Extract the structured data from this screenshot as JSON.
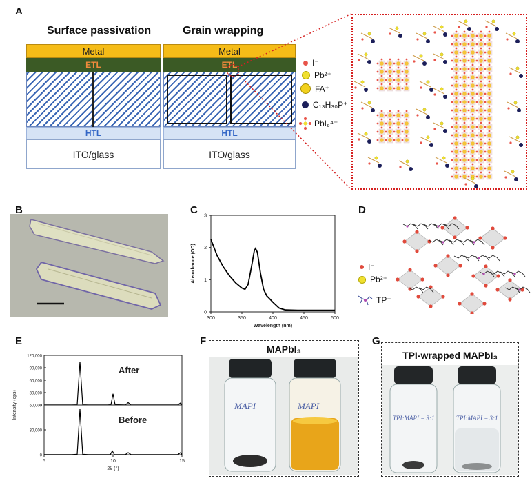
{
  "panelA": {
    "label": "A",
    "left_title": "Surface passivation",
    "right_title": "Grain wrapping",
    "metal": "Metal",
    "etl": "ETL",
    "htl": "HTL",
    "ito": "ITO/glass",
    "legend": {
      "iodide": "I⁻",
      "lead": "Pb²⁺",
      "fa": "FA⁺",
      "tp": "C₁₃H₃₀P⁺",
      "octahedron": "PbI₆⁴⁻"
    },
    "colors": {
      "iodide": "#e8544a",
      "lead": "#f0e030",
      "fa": "#f2d11d",
      "tp": "#1c1f5a",
      "callout": "#d62020"
    }
  },
  "panelB": {
    "label": "B"
  },
  "panelC": {
    "label": "C"
  },
  "panelD": {
    "label": "D",
    "legend": {
      "iodide": "I⁻",
      "lead": "Pb²⁺",
      "tp": "TP⁺"
    }
  },
  "panelE": {
    "label": "E",
    "after": "After",
    "before": "Before"
  },
  "panelF": {
    "label": "F",
    "title": "MAPbI₃",
    "vial_text_1": "MAPI",
    "vial_text_2": "MAPI"
  },
  "panelG": {
    "label": "G",
    "title": "TPI-wrapped MAPbI₃",
    "vial_text_1": "TPI:MAPI = 3:1",
    "vial_text_2": "TPI:MAPI = 3:1"
  },
  "chart_data": [
    {
      "type": "line",
      "panel": "C",
      "xlabel": "Wavelength (nm)",
      "ylabel": "Absorbance (OD)",
      "xlim": [
        300,
        500
      ],
      "ylim": [
        0,
        3
      ],
      "xticks": [
        "300",
        "350",
        "400",
        "450",
        "500"
      ],
      "yticks": [
        "0",
        "1",
        "2",
        "3"
      ],
      "x": [
        300,
        310,
        320,
        330,
        340,
        350,
        355,
        360,
        365,
        370,
        372,
        375,
        380,
        385,
        390,
        395,
        400,
        410,
        420,
        440,
        460,
        480,
        500
      ],
      "y": [
        2.25,
        1.75,
        1.4,
        1.12,
        0.9,
        0.74,
        0.7,
        0.85,
        1.35,
        1.9,
        1.97,
        1.85,
        1.2,
        0.7,
        0.5,
        0.4,
        0.3,
        0.12,
        0.06,
        0.05,
        0.05,
        0.05,
        0.05
      ]
    },
    {
      "type": "line",
      "panel": "E",
      "xlabel": "2θ (°)",
      "ylabel": "Intensity (cps)",
      "xlim": [
        5,
        15
      ],
      "xticks": [
        "5",
        "10",
        "15"
      ],
      "series": [
        {
          "name": "After",
          "ylim": [
            0,
            120000
          ],
          "yticks": [
            "0",
            "30,000",
            "60,000",
            "90,000",
            "120,000"
          ],
          "x": [
            5,
            7.0,
            7.4,
            7.6,
            7.8,
            8.2,
            9.6,
            9.85,
            10.0,
            10.15,
            10.9,
            11.1,
            11.3,
            14.7,
            14.9,
            15
          ],
          "y": [
            300,
            300,
            700,
            104000,
            700,
            300,
            300,
            800,
            27000,
            800,
            300,
            6000,
            300,
            300,
            5000,
            300
          ]
        },
        {
          "name": "Before",
          "ylim": [
            0,
            60000
          ],
          "yticks": [
            "0",
            "30,000",
            "60,000"
          ],
          "x": [
            5,
            7.0,
            7.4,
            7.6,
            7.8,
            8.2,
            9.8,
            9.95,
            10.1,
            10.9,
            11.1,
            11.3,
            14.7,
            14.9,
            15
          ],
          "y": [
            200,
            200,
            500,
            55000,
            500,
            200,
            200,
            4500,
            200,
            200,
            2500,
            200,
            200,
            2500,
            200
          ]
        }
      ]
    }
  ]
}
